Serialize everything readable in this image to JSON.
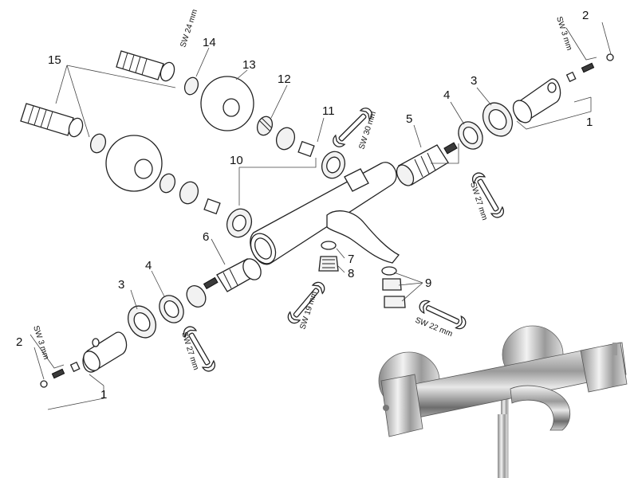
{
  "callouts": {
    "n1a": "1",
    "n2a": "2",
    "n3a": "3",
    "n4a": "4",
    "n5": "5",
    "n1b": "1",
    "n2b": "2",
    "n3b": "3",
    "n4b": "4",
    "n6": "6",
    "n7": "7",
    "n8": "8",
    "n9": "9",
    "n10": "10",
    "n11": "11",
    "n12": "12",
    "n13": "13",
    "n14": "14",
    "n15": "15"
  },
  "wrench_labels": {
    "sw24": "SW 24 mm",
    "sw30": "SW 30 mm",
    "sw27a": "SW 27 mm",
    "sw27b": "SW 27 mm",
    "sw3a": "SW 3 mm",
    "sw3b": "SW 3 mm",
    "sw19": "SW 19 mm",
    "sw22": "SW 22 mm"
  },
  "photo": {
    "image": "chrome thermostatic bath mixer"
  }
}
